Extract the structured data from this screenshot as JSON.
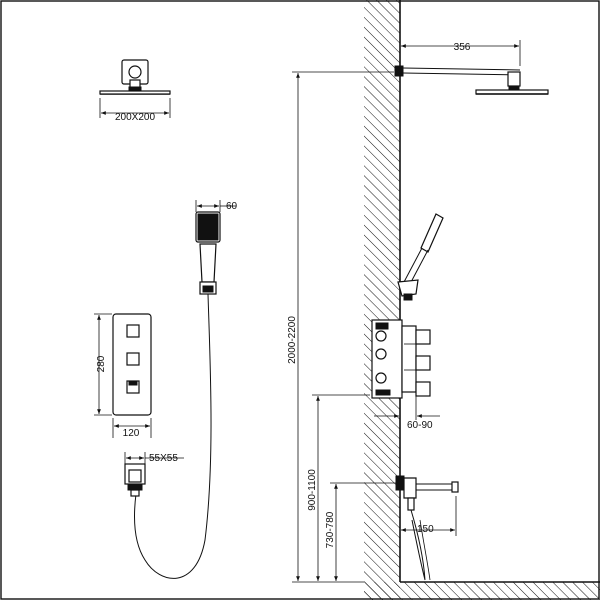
{
  "dimensions": {
    "arm_length": "356",
    "head_size": "200X200",
    "hand_shower_width": "60",
    "valve_height": "280",
    "valve_width": "120",
    "elbow_size": "55X55",
    "overall_height": "2000-2200",
    "valve_depth": "60-90",
    "valve_height_from_floor": "900-1100",
    "spout_height": "730-780",
    "spout_length": "150"
  },
  "colors": {
    "ink": "#111111",
    "background": "#ffffff"
  }
}
